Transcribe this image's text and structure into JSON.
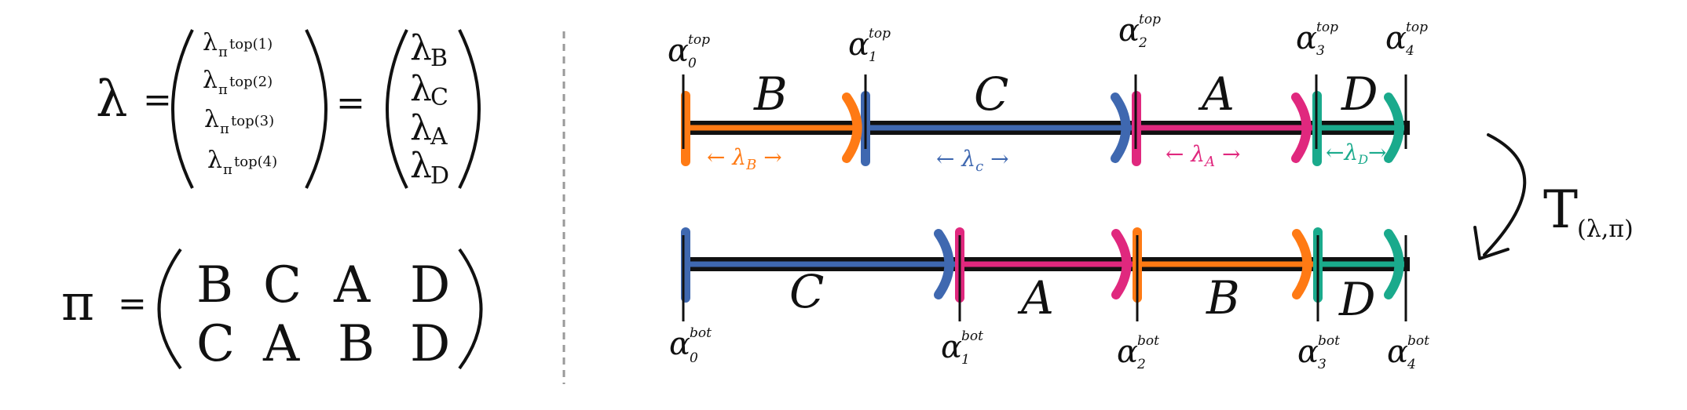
{
  "lambda_def": {
    "lhs": "λ",
    "eq1": "=",
    "eq2": "=",
    "left_vector": [
      {
        "base": "λ",
        "sub": "π",
        "sup": "top(1)"
      },
      {
        "base": "λ",
        "sub": "π",
        "sup": "top(2)"
      },
      {
        "base": "λ",
        "sub": "π",
        "sup": "top(3)"
      },
      {
        "base": "λ",
        "sub": "π",
        "sup": "top(4)"
      }
    ],
    "right_vector": [
      {
        "base": "λ",
        "sub": "B"
      },
      {
        "base": "λ",
        "sub": "C"
      },
      {
        "base": "λ",
        "sub": "A"
      },
      {
        "base": "λ",
        "sub": "D"
      }
    ]
  },
  "pi_def": {
    "lhs": "π",
    "eq": "=",
    "top_row": [
      "B",
      "C",
      "A",
      "D"
    ],
    "bottom_row": [
      "C",
      "A",
      "B",
      "D"
    ]
  },
  "colors": {
    "A": "#e0287e",
    "B": "#ff7a14",
    "C": "#3f68b0",
    "D": "#1aaa8c",
    "axis": "#111111",
    "divider": "#999999"
  },
  "top_line": {
    "segments": [
      {
        "letter": "B",
        "length_label": "← λ",
        "length_sub": "B",
        "length_tail": " →"
      },
      {
        "letter": "C",
        "length_label": "← λ",
        "length_sub": "c",
        "length_tail": " →"
      },
      {
        "letter": "A",
        "length_label": "← λ",
        "length_sub": "A",
        "length_tail": " →"
      },
      {
        "letter": "D",
        "length_label": "←λ",
        "length_sub": "D",
        "length_tail": "→"
      }
    ],
    "points": [
      {
        "base": "α",
        "sub": "0",
        "sup": "top"
      },
      {
        "base": "α",
        "sub": "1",
        "sup": "top"
      },
      {
        "base": "α",
        "sub": "2",
        "sup": "top"
      },
      {
        "base": "α",
        "sub": "3",
        "sup": "top"
      },
      {
        "base": "α",
        "sub": "4",
        "sup": "top"
      }
    ]
  },
  "bottom_line": {
    "segments": [
      {
        "letter": "C"
      },
      {
        "letter": "A"
      },
      {
        "letter": "B"
      },
      {
        "letter": "D"
      }
    ],
    "points": [
      {
        "base": "α",
        "sub": "0",
        "sup": "bot"
      },
      {
        "base": "α",
        "sub": "1",
        "sup": "bot"
      },
      {
        "base": "α",
        "sub": "2",
        "sup": "bot"
      },
      {
        "base": "α",
        "sub": "3",
        "sup": "bot"
      },
      {
        "base": "α",
        "sub": "4",
        "sup": "bot"
      }
    ]
  },
  "map_label": {
    "base": "T",
    "args": "(λ,π)"
  }
}
